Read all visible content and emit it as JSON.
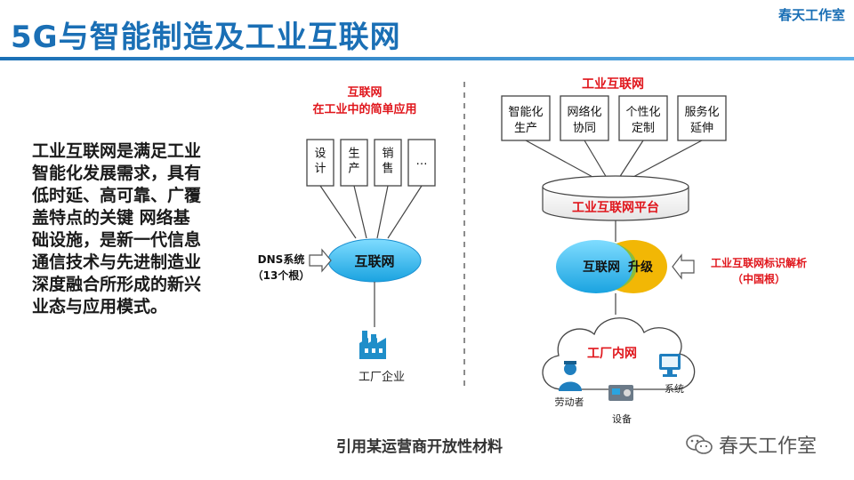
{
  "header": {
    "title": "5G与智能制造及工业互联网",
    "studio": "春天工作室"
  },
  "body_text": [
    "工业互联网是满足工业",
    "智能化发展需求，具有",
    "低时延、高可靠、广覆",
    "盖特点的关键 网络基",
    "础设施，是新一代信息",
    "通信技术与先进制造业",
    "深度融合所形成的新兴",
    "业态与应用模式。"
  ],
  "left_diagram": {
    "heading_line1": "互联网",
    "heading_line2": "在工业中的简单应用",
    "boxes": [
      "设计",
      "生产",
      "销售",
      "…"
    ],
    "dns_line1": "DNS系统",
    "dns_line2": "（13个根）",
    "hub": "互联网",
    "factory": "工厂企业"
  },
  "right_diagram": {
    "heading": "工业互联网",
    "boxes": [
      {
        "line1": "智能化",
        "line2": "生产"
      },
      {
        "line1": "网络化",
        "line2": "协同"
      },
      {
        "line1": "个性化",
        "line2": "定制"
      },
      {
        "line1": "服务化",
        "line2": "延伸"
      }
    ],
    "platform": "工业互联网平台",
    "hub_left": "互联网",
    "hub_right": "升级",
    "id_line1": "工业互联网标识解析",
    "id_line2": "（中国根）",
    "intranet": "工厂内网",
    "worker": "劳动者",
    "equipment": "设备",
    "system": "系统"
  },
  "footer": {
    "source": "引用某运营商开放性材料",
    "wechat": "春天工作室"
  },
  "colors": {
    "brand_blue": "#1a6fb5",
    "heading_red": "#e0151b",
    "hub_cyan": "#29b6f6",
    "upgrade_gold": "#f2b705"
  }
}
